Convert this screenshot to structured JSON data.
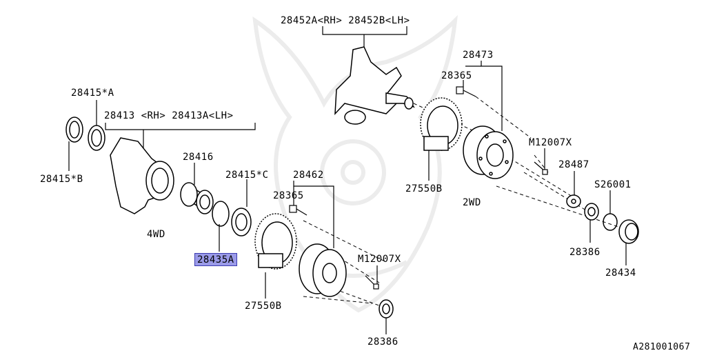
{
  "labels": {
    "knuckle_rear": "28452A<RH> 28452B<LH>",
    "hub_2wd": "28473",
    "bolt_2wd": "28365",
    "seal_a": "28415*A",
    "housing": "28413 <RH> 28413A<LH>",
    "seal_b": "28415*B",
    "bearing": "28416",
    "seal_c": "28415*C",
    "hub_4wd": "28462",
    "bolt_4wd": "28365",
    "sensor_rotor_2wd": "27550B",
    "bolt_m_2wd": "M12007X",
    "washer": "28487",
    "clip": "S26001",
    "nut_2wd": "28386",
    "cap": "28434",
    "mode_2wd": "2WD",
    "mode_4wd": "4WD",
    "snap_ring": "28435A",
    "bolt_m_4wd": "M12007X",
    "sensor_rotor_4wd": "27550B",
    "nut_4wd": "28386",
    "diagram_id": "A281001067"
  },
  "colors": {
    "highlight": "#9a9ae8",
    "line": "#000000",
    "watermark": "#eeeeee"
  }
}
